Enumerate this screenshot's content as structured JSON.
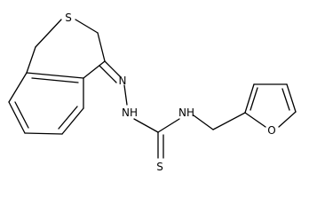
{
  "molecule": {
    "atoms": {
      "sulfur_ring": "S",
      "hydrazone_n1": "N",
      "hydrazone_nh": "NH",
      "amide_nh": "NH",
      "thione_s": "S",
      "furan_o": "O"
    },
    "colors": {
      "bond": "#000000",
      "label": "#000000",
      "background": "#ffffff"
    }
  }
}
